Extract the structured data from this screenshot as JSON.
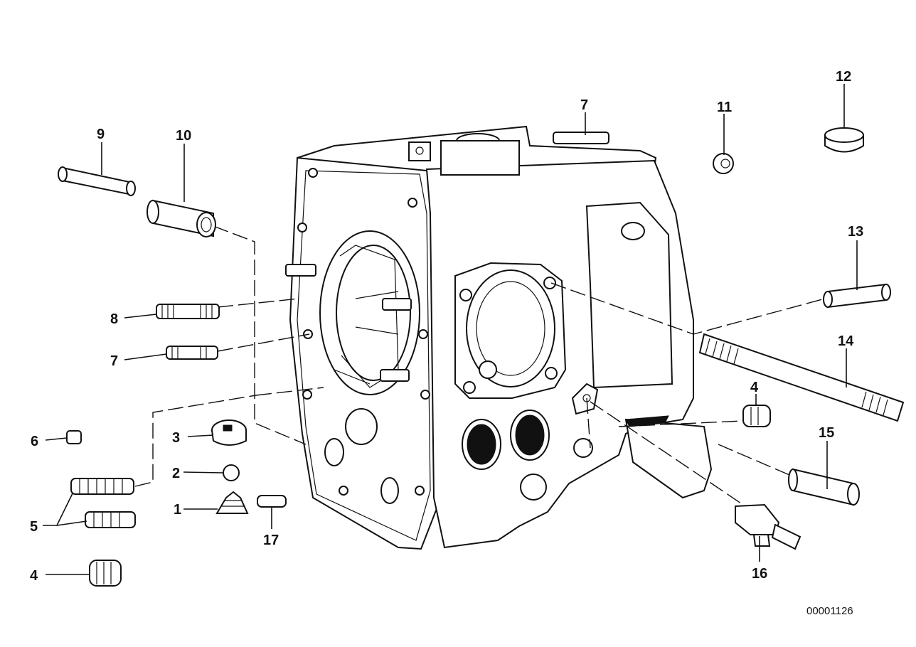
{
  "diagram": {
    "id_label": "00001126"
  },
  "callouts": [
    {
      "id": "c1",
      "text": "1"
    },
    {
      "id": "c2",
      "text": "2"
    },
    {
      "id": "c3",
      "text": "3"
    },
    {
      "id": "c4a",
      "text": "4"
    },
    {
      "id": "c4b",
      "text": "4"
    },
    {
      "id": "c5",
      "text": "5"
    },
    {
      "id": "c6",
      "text": "6"
    },
    {
      "id": "c7a",
      "text": "7"
    },
    {
      "id": "c7b",
      "text": "7"
    },
    {
      "id": "c8",
      "text": "8"
    },
    {
      "id": "c9",
      "text": "9"
    },
    {
      "id": "c10",
      "text": "10"
    },
    {
      "id": "c11",
      "text": "11"
    },
    {
      "id": "c12",
      "text": "12"
    },
    {
      "id": "c13",
      "text": "13"
    },
    {
      "id": "c14",
      "text": "14"
    },
    {
      "id": "c15",
      "text": "15"
    },
    {
      "id": "c16",
      "text": "16"
    },
    {
      "id": "c17",
      "text": "17"
    }
  ]
}
